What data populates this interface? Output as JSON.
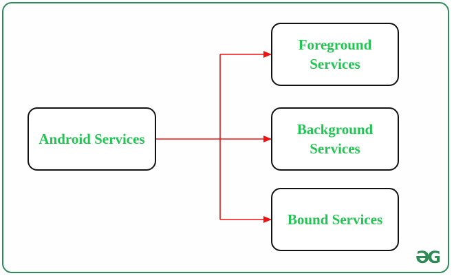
{
  "diagram": {
    "nodes": {
      "root": "Android Services",
      "foreground": "Foreground Services",
      "background": "Background Services",
      "bound": "Bound Services"
    },
    "edges": [
      {
        "from": "root",
        "to": "foreground"
      },
      {
        "from": "root",
        "to": "background"
      },
      {
        "from": "root",
        "to": "bound"
      }
    ],
    "colors": {
      "frame_border": "#2e8b57",
      "node_text": "#23c552",
      "node_border": "#111111",
      "arrow": "#ee1111"
    }
  },
  "watermark": {
    "logo": "ƏG"
  }
}
